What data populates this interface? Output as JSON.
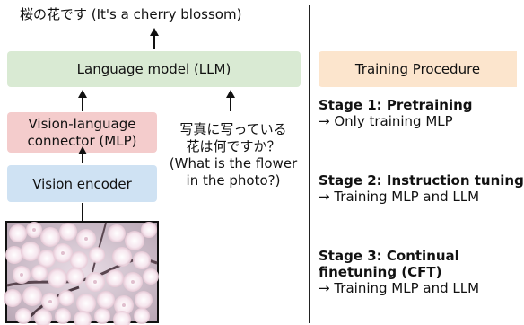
{
  "output_text": "桜の花です (It's a cherry blossom)",
  "llm_box": {
    "label": "Language model (LLM)",
    "color": "#d9ead3"
  },
  "connector_box": {
    "line1": "Vision-language",
    "line2": "connector (MLP)",
    "color": "#f4cccc"
  },
  "encoder_box": {
    "label": "Vision encoder",
    "color": "#cfe2f3"
  },
  "question": {
    "line1": "写真に写っている",
    "line2": "花は何ですか？",
    "line3": "(What is the flower",
    "line4": "in the photo?)"
  },
  "input_image": {
    "icon": "cherry-blossom-photo"
  },
  "training": {
    "header": "Training Procedure",
    "header_color": "#fce5cd",
    "stages": [
      {
        "title": "Stage 1: Pretraining",
        "desc": "→ Only training MLP"
      },
      {
        "title": "Stage 2: Instruction tuning",
        "desc": "→ Training MLP and LLM"
      },
      {
        "title_line1": "Stage 3: Continual",
        "title_line2": "finetuning (CFT)",
        "desc": "→ Training MLP and LLM"
      }
    ]
  }
}
